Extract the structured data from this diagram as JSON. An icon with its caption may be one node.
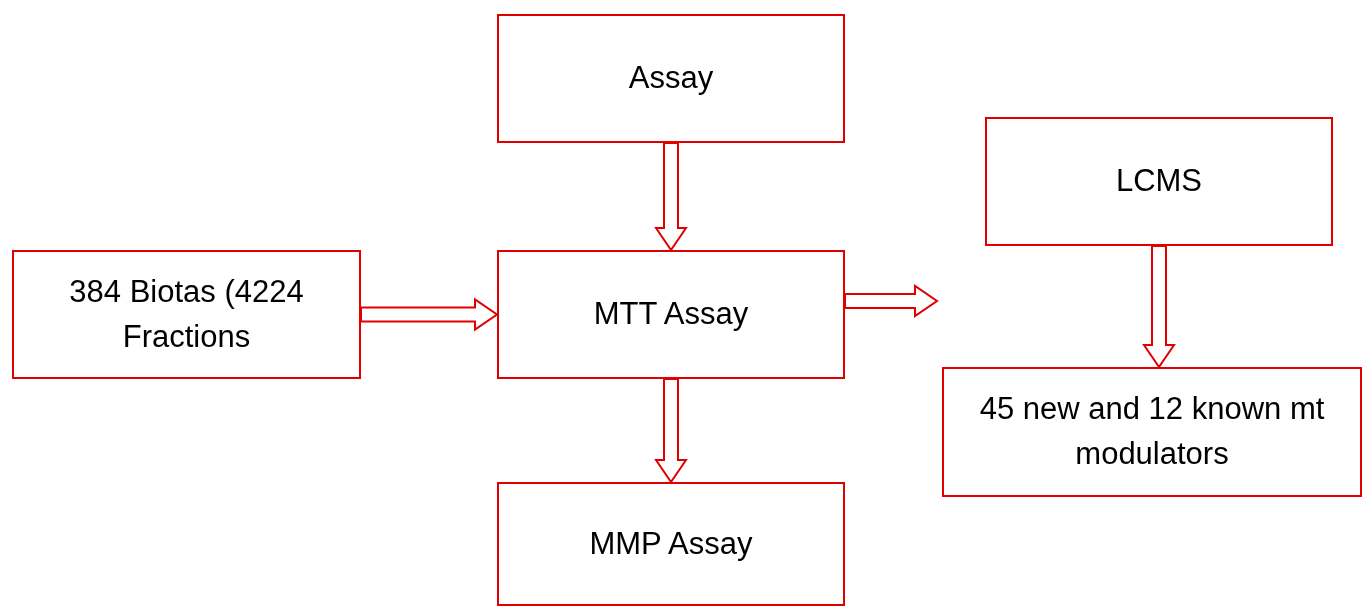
{
  "diagram": {
    "nodes": [
      {
        "text": [
          "Assay"
        ]
      },
      {
        "text": [
          "LCMS"
        ]
      },
      {
        "text": [
          "384 Biotas (4224 Fractions"
        ]
      },
      {
        "text": [
          "MTT Assay"
        ]
      },
      {
        "text": [
          "45 new and 12 known mt modulators"
        ]
      },
      {
        "text": [
          "MMP Assay"
        ]
      }
    ],
    "edges": [
      {
        "from": 0,
        "to": 3,
        "arrow": "to"
      },
      {
        "from": 2,
        "to": 3,
        "arrow": "to"
      },
      {
        "from": 3,
        "to": null,
        "arrow": "to"
      },
      {
        "from": 1,
        "to": 4,
        "arrow": "to"
      },
      {
        "from": 3,
        "to": 5,
        "arrow": "to"
      }
    ]
  }
}
